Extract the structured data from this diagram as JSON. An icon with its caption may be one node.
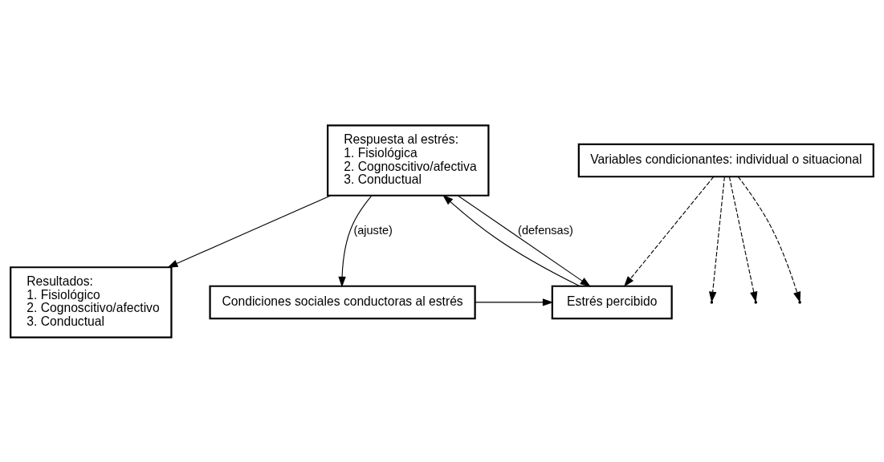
{
  "diagram": {
    "nodes": [
      {
        "text": [
          "Variables condicionantes: individual o situacional"
        ]
      },
      {
        "text": [
          "Respuesta al estrés:",
          "1. Fisiológica",
          "2. Cognoscitivo/afectiva",
          "3. Conductual"
        ]
      },
      {
        "text": [
          "Condiciones sociales conductoras al estrés"
        ]
      },
      {
        "text": [
          "Estrés percibido"
        ]
      },
      {
        "text": [
          "Resultados:",
          "1. Fisiológico",
          "2. Cognoscitivo/afectivo",
          "3. Conductual"
        ]
      }
    ],
    "edges": [
      {
        "from": 0,
        "to": null,
        "arrow": "to",
        "style": "dashed"
      },
      {
        "from": 0,
        "to": 3,
        "arrow": "to",
        "style": "dashed"
      },
      {
        "from": 0,
        "to": null,
        "arrow": "to",
        "style": "dashed"
      },
      {
        "from": 0,
        "to": null,
        "arrow": "to",
        "style": "dashed"
      },
      {
        "from": 1,
        "to": 2,
        "arrow": "to",
        "label": "(ajuste)"
      },
      {
        "from": 3,
        "to": 1,
        "arrow": "to"
      },
      {
        "from": 1,
        "to": 3,
        "arrow": "to",
        "label": "(defensas)"
      },
      {
        "from": 1,
        "to": 4,
        "arrow": "to"
      },
      {
        "from": 2,
        "to": 3,
        "arrow": "to"
      }
    ]
  }
}
